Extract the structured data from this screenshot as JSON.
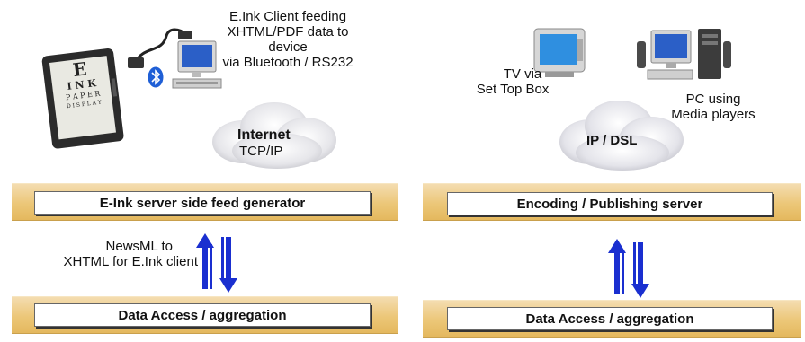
{
  "left": {
    "client_caption": [
      "E.Ink Client feeding",
      "XHTML/PDF data to device",
      "via Bluetooth / RS232"
    ],
    "cloud_title": "Internet",
    "cloud_sub": "TCP/IP",
    "server_label": "E-Ink server side feed generator",
    "arrow_caption": [
      "NewsML to",
      "XHTML for E.Ink client"
    ],
    "data_label": "Data Access / aggregation",
    "ereader_lines": [
      "E",
      "I N K",
      "P A P E R",
      "D I S P L A Y"
    ]
  },
  "right": {
    "tv_caption": [
      "TV via",
      "Set Top Box"
    ],
    "pc_caption": [
      "PC using",
      "Media players"
    ],
    "cloud_title": "IP / DSL",
    "server_label": "Encoding / Publishing server",
    "data_label": "Data Access / aggregation"
  },
  "colors": {
    "band": "#ecc778",
    "arrow": "#1a2fd0",
    "bluetooth": "#1f5fd6"
  }
}
